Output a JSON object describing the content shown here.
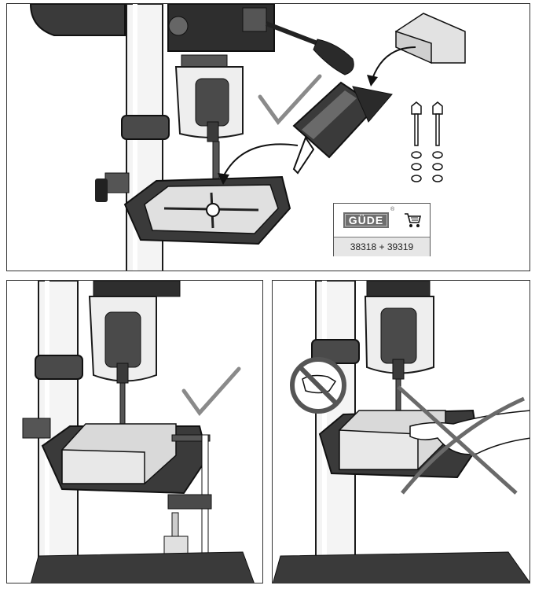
{
  "product": {
    "brand": "GÜDE",
    "registered_mark": "®",
    "article_numbers": "38318 + 39319",
    "icon": "shopping-cart-icon"
  },
  "panels": [
    {
      "name": "accessory-vise",
      "status": "correct"
    },
    {
      "name": "workpiece-clamped",
      "status": "correct"
    },
    {
      "name": "hand-held-workpiece",
      "status": "prohibited"
    }
  ],
  "colors": {
    "outline": "#1a1a1a",
    "metal_dark": "#3a3a3a",
    "column": "#f2f2f2",
    "wood": "#d9d9d9",
    "check": "#8a8a8a",
    "prohibited": "#6a6a6a"
  }
}
